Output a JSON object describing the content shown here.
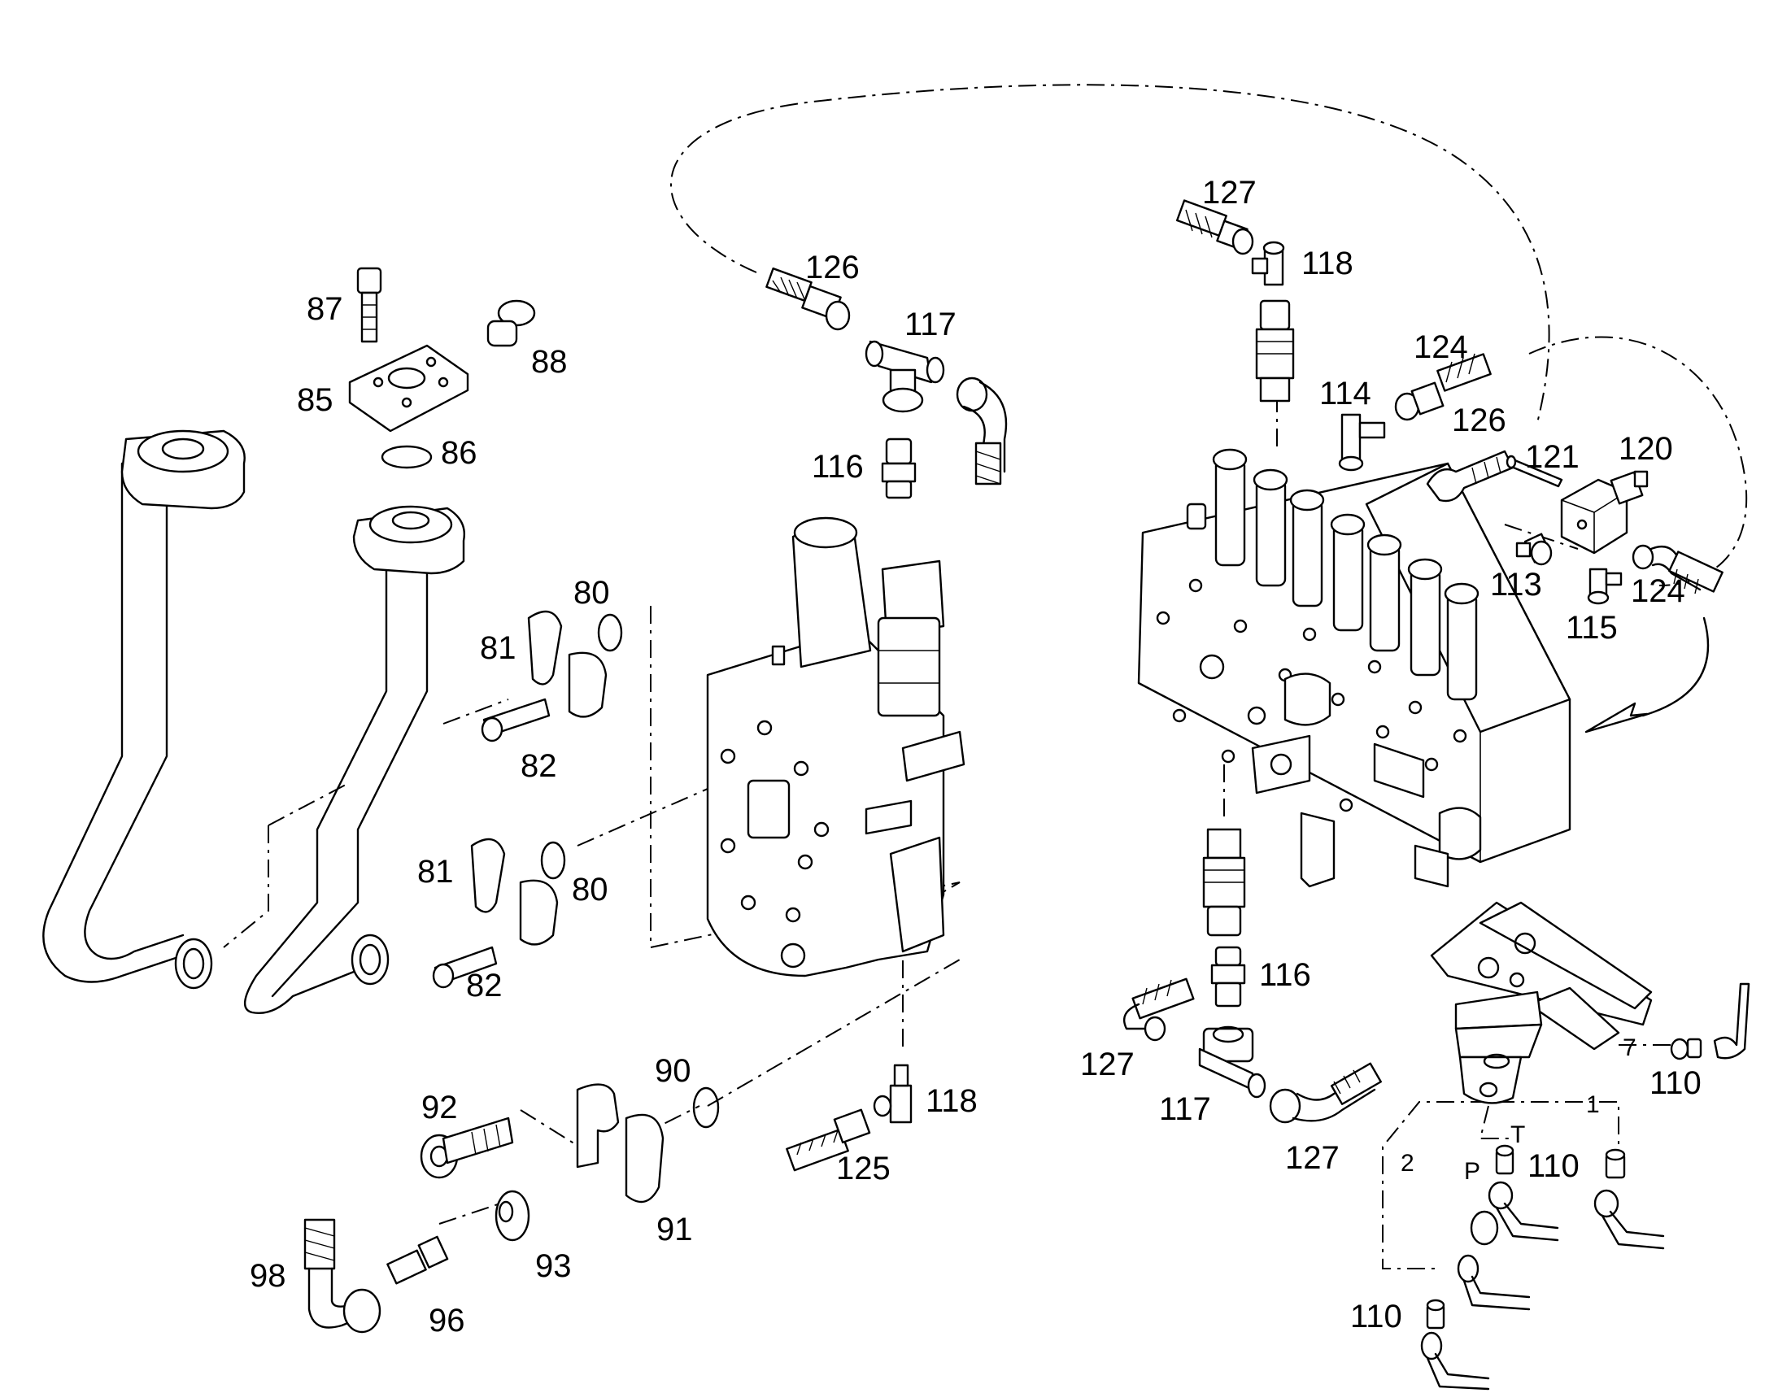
{
  "callouts": {
    "c80a": "80",
    "c80b": "80",
    "c81a": "81",
    "c81b": "81",
    "c82a": "82",
    "c82b": "82",
    "c85": "85",
    "c86": "86",
    "c87": "87",
    "c88": "88",
    "c90": "90",
    "c91": "91",
    "c92": "92",
    "c93": "93",
    "c96": "96",
    "c98": "98",
    "c110a": "110",
    "c110b": "110",
    "c110c": "110",
    "c113": "113",
    "c114": "114",
    "c115": "115",
    "c116a": "116",
    "c116b": "116",
    "c117a": "117",
    "c117b": "117",
    "c118a": "118",
    "c118b": "118",
    "c120": "120",
    "c121": "121",
    "c124a": "124",
    "c124b": "124",
    "c125": "125",
    "c126a": "126",
    "c126b": "126",
    "c127a": "127",
    "c127b": "127",
    "c127c": "127"
  },
  "port_marks": {
    "p": "P",
    "t": "T",
    "one": "1",
    "two": "2",
    "seven": "7"
  }
}
